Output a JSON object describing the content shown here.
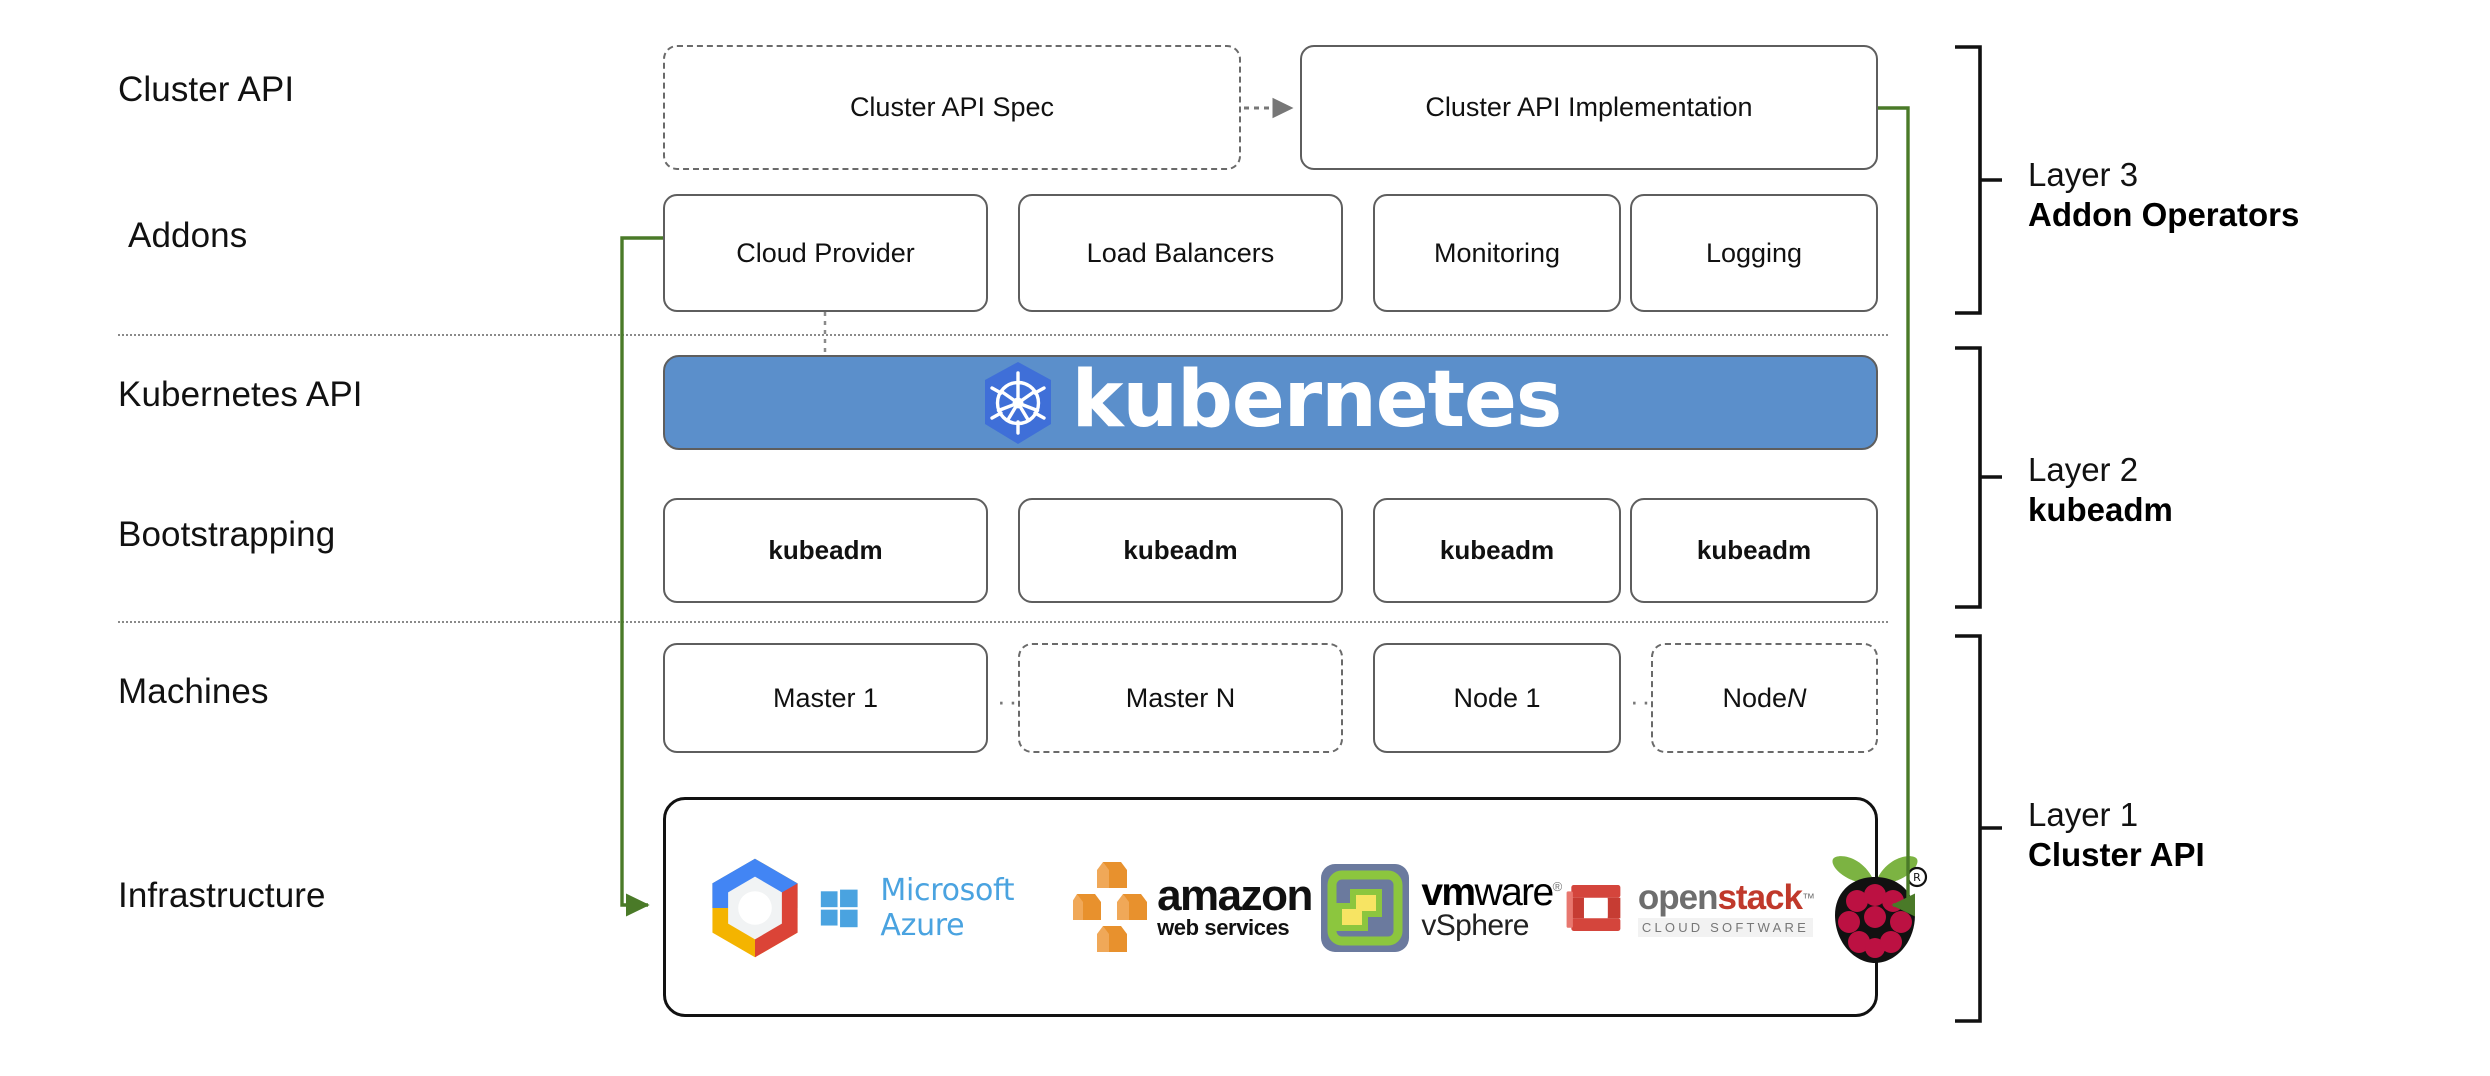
{
  "diagram": {
    "title": "Kubernetes Cluster API layered architecture",
    "accent_green": "#4a7a28",
    "k8s_blue": "#5b8fcb",
    "k8s_logo_blue": "#3f6fd8",
    "box_border": "#5e5e5e",
    "separator_color": "#8a8a8a"
  },
  "row_labels": [
    {
      "id": "cluster-api",
      "text": "Cluster API"
    },
    {
      "id": "addons",
      "text": "Addons"
    },
    {
      "id": "kubernetes-api",
      "text": "Kubernetes API"
    },
    {
      "id": "bootstrapping",
      "text": "Bootstrapping"
    },
    {
      "id": "machines",
      "text": "Machines"
    },
    {
      "id": "infrastructure",
      "text": "Infrastructure"
    }
  ],
  "cluster_api_row": {
    "spec": {
      "label": "Cluster API Spec",
      "border": "dashed"
    },
    "implementation": {
      "label": "Cluster API Implementation",
      "border": "solid"
    },
    "connector": "dotted-arrow-right"
  },
  "addons_row": [
    {
      "label": "Cloud Provider"
    },
    {
      "label": "Load Balancers"
    },
    {
      "label": "Monitoring"
    },
    {
      "label": "Logging"
    }
  ],
  "kubernetes_banner": {
    "wordmark": "kubernetes",
    "logo_name": "kubernetes-helm-wheel-logo"
  },
  "bootstrapping_row": [
    {
      "label": "kubeadm"
    },
    {
      "label": "kubeadm"
    },
    {
      "label": "kubeadm"
    },
    {
      "label": "kubeadm"
    }
  ],
  "machines_row": [
    {
      "label": "Master 1",
      "border": "solid",
      "italic_suffix": ""
    },
    {
      "label": "Master N",
      "border": "dashed",
      "italic_suffix": ""
    },
    {
      "label": "Node 1",
      "border": "solid",
      "italic_suffix": ""
    },
    {
      "label": "Node ",
      "border": "dashed",
      "italic_suffix": "N"
    }
  ],
  "machines_ellipsis": "···",
  "infrastructure_logos": [
    {
      "name": "google-cloud-platform-logo",
      "text": ""
    },
    {
      "name": "microsoft-azure-logo",
      "text": "Microsoft Azure"
    },
    {
      "name": "amazon-web-services-logo",
      "text": "amazon",
      "subtext": "web services"
    },
    {
      "name": "vmware-vsphere-logo",
      "text": "vmware",
      "subtext": "vSphere"
    },
    {
      "name": "openstack-logo",
      "text": "openstack",
      "subtext": "CLOUD SOFTWARE"
    },
    {
      "name": "raspberry-pi-logo",
      "text": ""
    }
  ],
  "layer_labels": [
    {
      "id": "layer-3",
      "line1": "Layer 3",
      "line2": "Addon Operators"
    },
    {
      "id": "layer-2",
      "line1": "Layer 2",
      "line2": "kubeadm"
    },
    {
      "id": "layer-1",
      "line1": "Layer 1",
      "line2": "Cluster API"
    }
  ]
}
